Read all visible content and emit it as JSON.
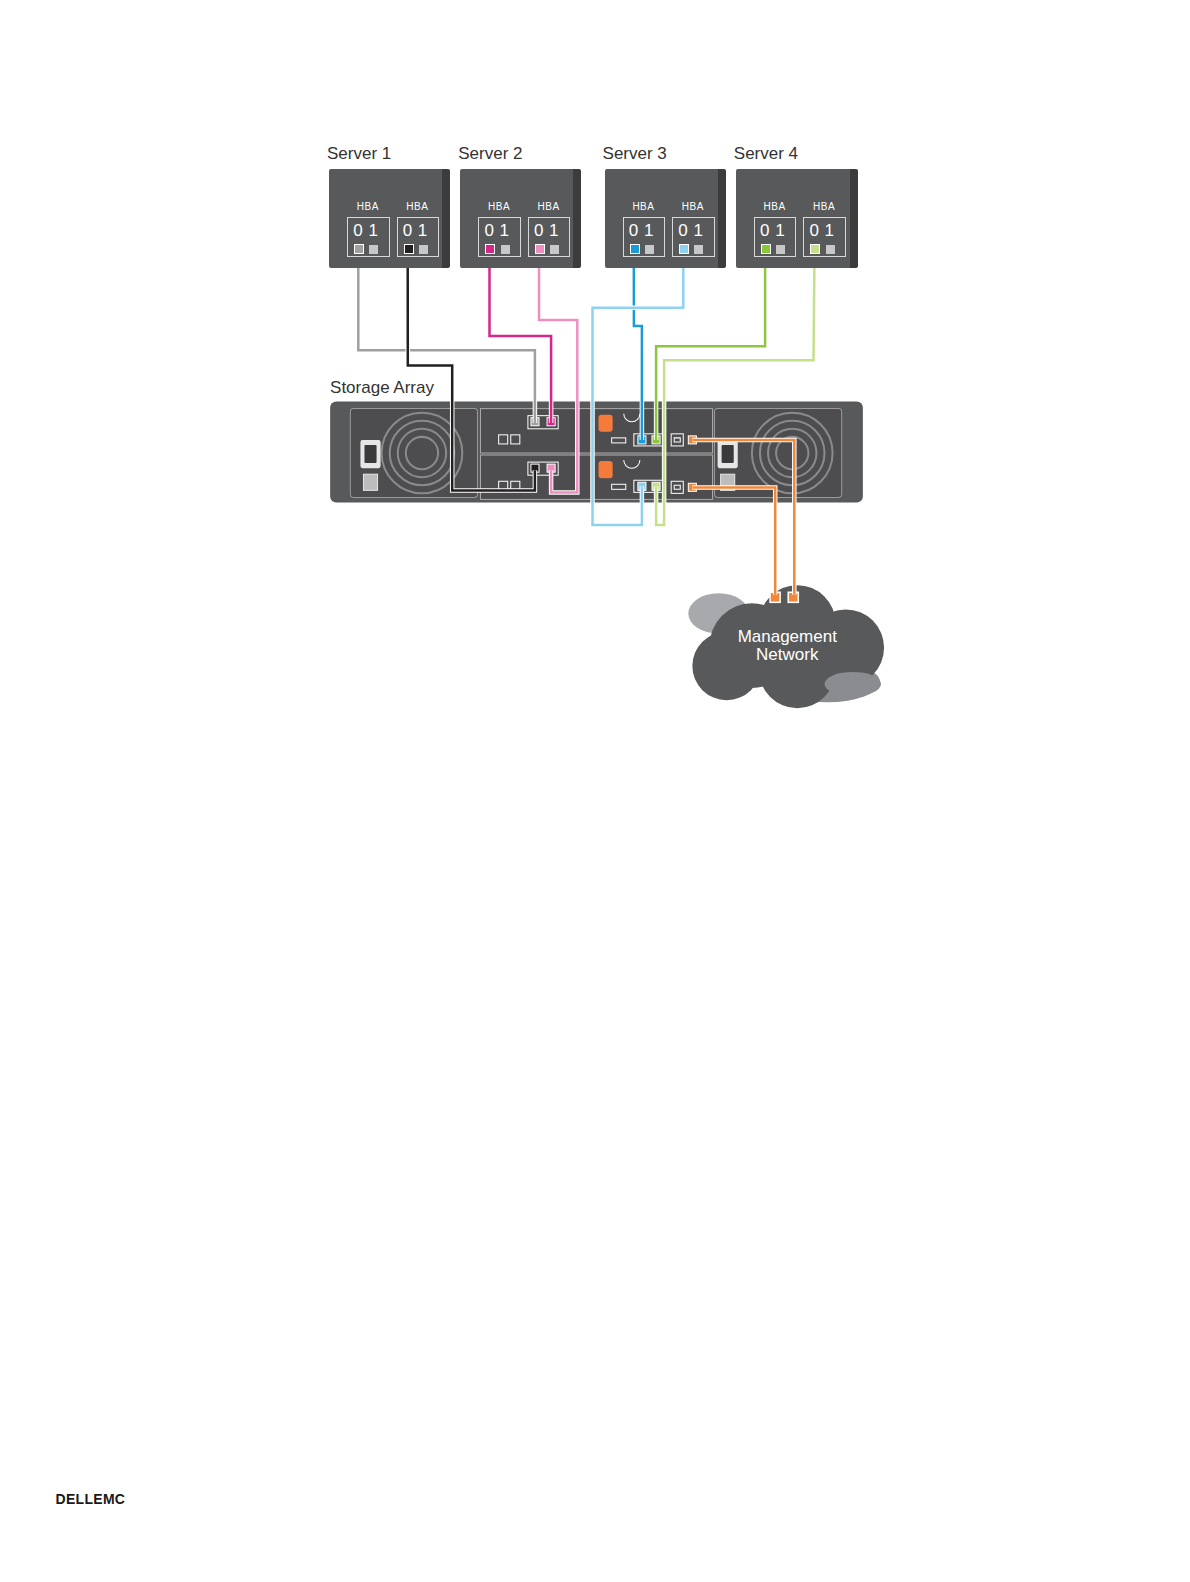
{
  "diagram": {
    "nodes": [
      {
        "text": [
          "Server 1"
        ]
      },
      {
        "text": [
          "HBA",
          "0",
          "1"
        ],
        "in": 0
      },
      {
        "text": [
          "HBA",
          "0",
          "1"
        ],
        "in": 0
      },
      {
        "text": [
          "Server 2"
        ]
      },
      {
        "text": [
          "HBA",
          "0",
          "1"
        ],
        "in": 3
      },
      {
        "text": [
          "HBA",
          "0",
          "1"
        ],
        "in": 3
      },
      {
        "text": [
          "Server 3"
        ]
      },
      {
        "text": [
          "HBA",
          "0",
          "1"
        ],
        "in": 6
      },
      {
        "text": [
          "HBA",
          "0",
          "1"
        ],
        "in": 6
      },
      {
        "text": [
          "Server 4"
        ]
      },
      {
        "text": [
          "HBA",
          "0",
          "1"
        ],
        "in": 9
      },
      {
        "text": [
          "HBA",
          "0",
          "1"
        ],
        "in": 9
      },
      {
        "text": [
          "Storage Array"
        ]
      },
      {
        "text": [
          "Management Network"
        ]
      }
    ],
    "edges": [
      {
        "from": 1,
        "to": 12,
        "arrow": "none"
      },
      {
        "from": 2,
        "to": 12,
        "arrow": "none"
      },
      {
        "from": 4,
        "to": 12,
        "arrow": "none"
      },
      {
        "from": 5,
        "to": 12,
        "arrow": "none"
      },
      {
        "from": 7,
        "to": 12,
        "arrow": "none"
      },
      {
        "from": 8,
        "to": 12,
        "arrow": "none"
      },
      {
        "from": 10,
        "to": 12,
        "arrow": "none"
      },
      {
        "from": 11,
        "to": 12,
        "arrow": "none"
      },
      {
        "from": 12,
        "to": 13,
        "arrow": "none"
      },
      {
        "from": 12,
        "to": 13,
        "arrow": "none"
      }
    ],
    "labels": [
      "DELLEMC"
    ]
  }
}
